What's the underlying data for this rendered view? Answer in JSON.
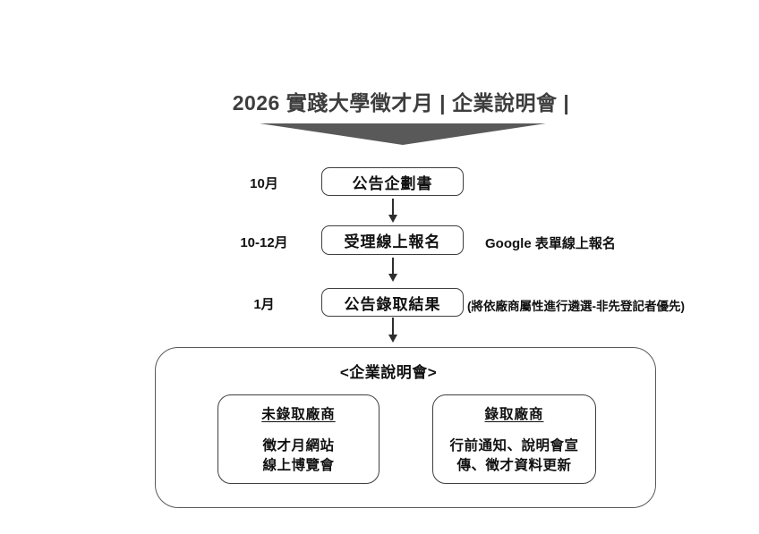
{
  "title": "2026 實踐大學徵才月 | 企業說明會 |",
  "colors": {
    "title_text": "#3d3d3d",
    "funnel_triangle": "#595959",
    "box_border": "#3f3f3f",
    "container_border": "#595959",
    "body_text": "#111111",
    "background": "#ffffff"
  },
  "timeline": {
    "steps": [
      {
        "period": "10月",
        "box": "公告企劃書",
        "note": ""
      },
      {
        "period": "10-12月",
        "box": "受理線上報名",
        "note": "Google 表單線上報名"
      },
      {
        "period": "1月",
        "box": "公告錄取結果",
        "note": "(將依廠商屬性進行遴選-非先登記者優先)"
      }
    ]
  },
  "session": {
    "title": "<企業說明會>",
    "groups": [
      {
        "title": "未錄取廠商",
        "lines": [
          "徵才月網站",
          "線上博覽會"
        ]
      },
      {
        "title": "錄取廠商",
        "lines": [
          "行前通知、說明會宣",
          "傳、徵才資料更新"
        ]
      }
    ]
  }
}
